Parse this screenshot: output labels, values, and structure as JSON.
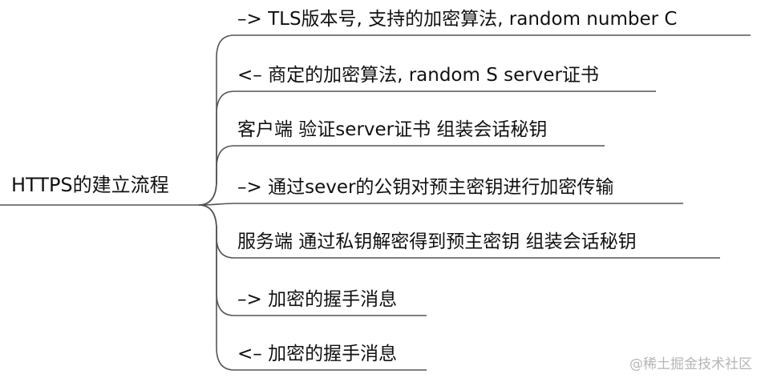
{
  "root": {
    "label": "HTTPS的建立流程"
  },
  "branches": [
    {
      "label": "–> TLS版本号, 支持的加密算法, random number C"
    },
    {
      "label": "<– 商定的加密算法, random S server证书"
    },
    {
      "label": "客户端 验证server证书 组装会话秘钥"
    },
    {
      "label": "–> 通过sever的公钥对预主密钥进行加密传输"
    },
    {
      "label": "服务端 通过私钥解密得到预主密钥 组装会话秘钥"
    },
    {
      "label": "–> 加密的握手消息"
    },
    {
      "label": "<– 加密的握手消息"
    }
  ],
  "watermark": {
    "text": "@稀土掘金技术社区"
  },
  "colors": {
    "line": "#555555",
    "text": "#111111",
    "watermark": "#b5b5b5",
    "background": "#ffffff"
  }
}
